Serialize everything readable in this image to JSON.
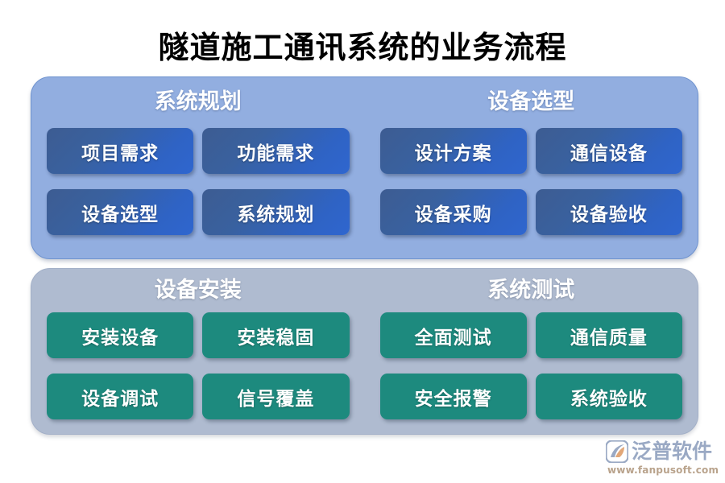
{
  "title": "隧道施工通讯系统的业务流程",
  "colors": {
    "title_text": "#000000",
    "panel_top_bg": "#92AEE0",
    "panel_bottom_bg": "#AFBBD0",
    "node_blue": "#2F63C4",
    "node_teal": "#1D8A7E",
    "node_text": "#FFFFFF",
    "logo_text": "#9AA9C4",
    "logo_url": "#B9A38C",
    "page_bg": "#FFFFFF"
  },
  "panels": [
    {
      "id": "panel-top",
      "groups": [
        {
          "id": "group-system-planning",
          "title": "系统规划",
          "nodes": [
            "项目需求",
            "功能需求",
            "设备选型",
            "系统规划"
          ]
        },
        {
          "id": "group-equipment-selection",
          "title": "设备选型",
          "nodes": [
            "设计方案",
            "通信设备",
            "设备采购",
            "设备验收"
          ]
        }
      ]
    },
    {
      "id": "panel-bottom",
      "groups": [
        {
          "id": "group-equipment-installation",
          "title": "设备安装",
          "nodes": [
            "安装设备",
            "安装稳固",
            "设备调试",
            "信号覆盖"
          ]
        },
        {
          "id": "group-system-testing",
          "title": "系统测试",
          "nodes": [
            "全面测试",
            "通信质量",
            "安全报警",
            "系统验收"
          ]
        }
      ]
    }
  ],
  "logo": {
    "icon": "fanpu-swoosh-logo-icon",
    "brand": "泛普软件",
    "url": "www.fanpusoft.com"
  }
}
